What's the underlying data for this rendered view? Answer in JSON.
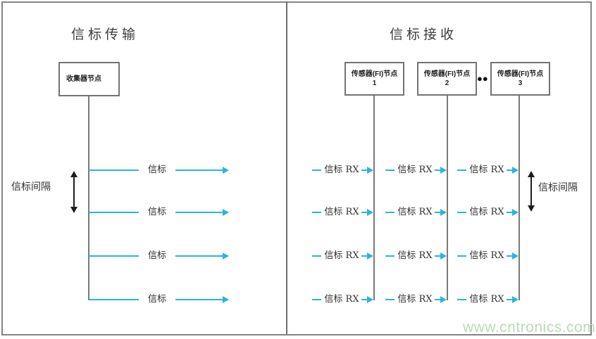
{
  "left_panel": {
    "title": "信标传输",
    "collector_box_label": "收集器节点",
    "interval_label": "信标间隔",
    "rows": [
      "信标",
      "信标",
      "信标",
      "信标"
    ]
  },
  "right_panel": {
    "title": "信标接收",
    "sensor_boxes": [
      {
        "name": "传感器(FI)节点",
        "number": "1"
      },
      {
        "name": "传感器(FI)节点",
        "number": "2"
      },
      {
        "name": "传感器(FI)节点",
        "number": "3"
      }
    ],
    "continuation_dots": "●●",
    "interval_label": "信标间隔",
    "rx_rows": [
      [
        "信标 RX",
        "信标 RX",
        "信标 RX"
      ],
      [
        "信标 RX",
        "信标 RX",
        "信标 RX"
      ],
      [
        "信标 RX",
        "信标 RX",
        "信标 RX"
      ],
      [
        "信标 RX",
        "信标 RX",
        "信标 RX"
      ]
    ]
  },
  "watermark": "www.cntronics.com",
  "colors": {
    "accent_cyan": "#2bb4d8",
    "line_gray": "#7a7a7a",
    "arrow_black": "#1c1c1c",
    "text_dark": "#2e2e2e",
    "watermark_green": "#b5dfb0"
  }
}
